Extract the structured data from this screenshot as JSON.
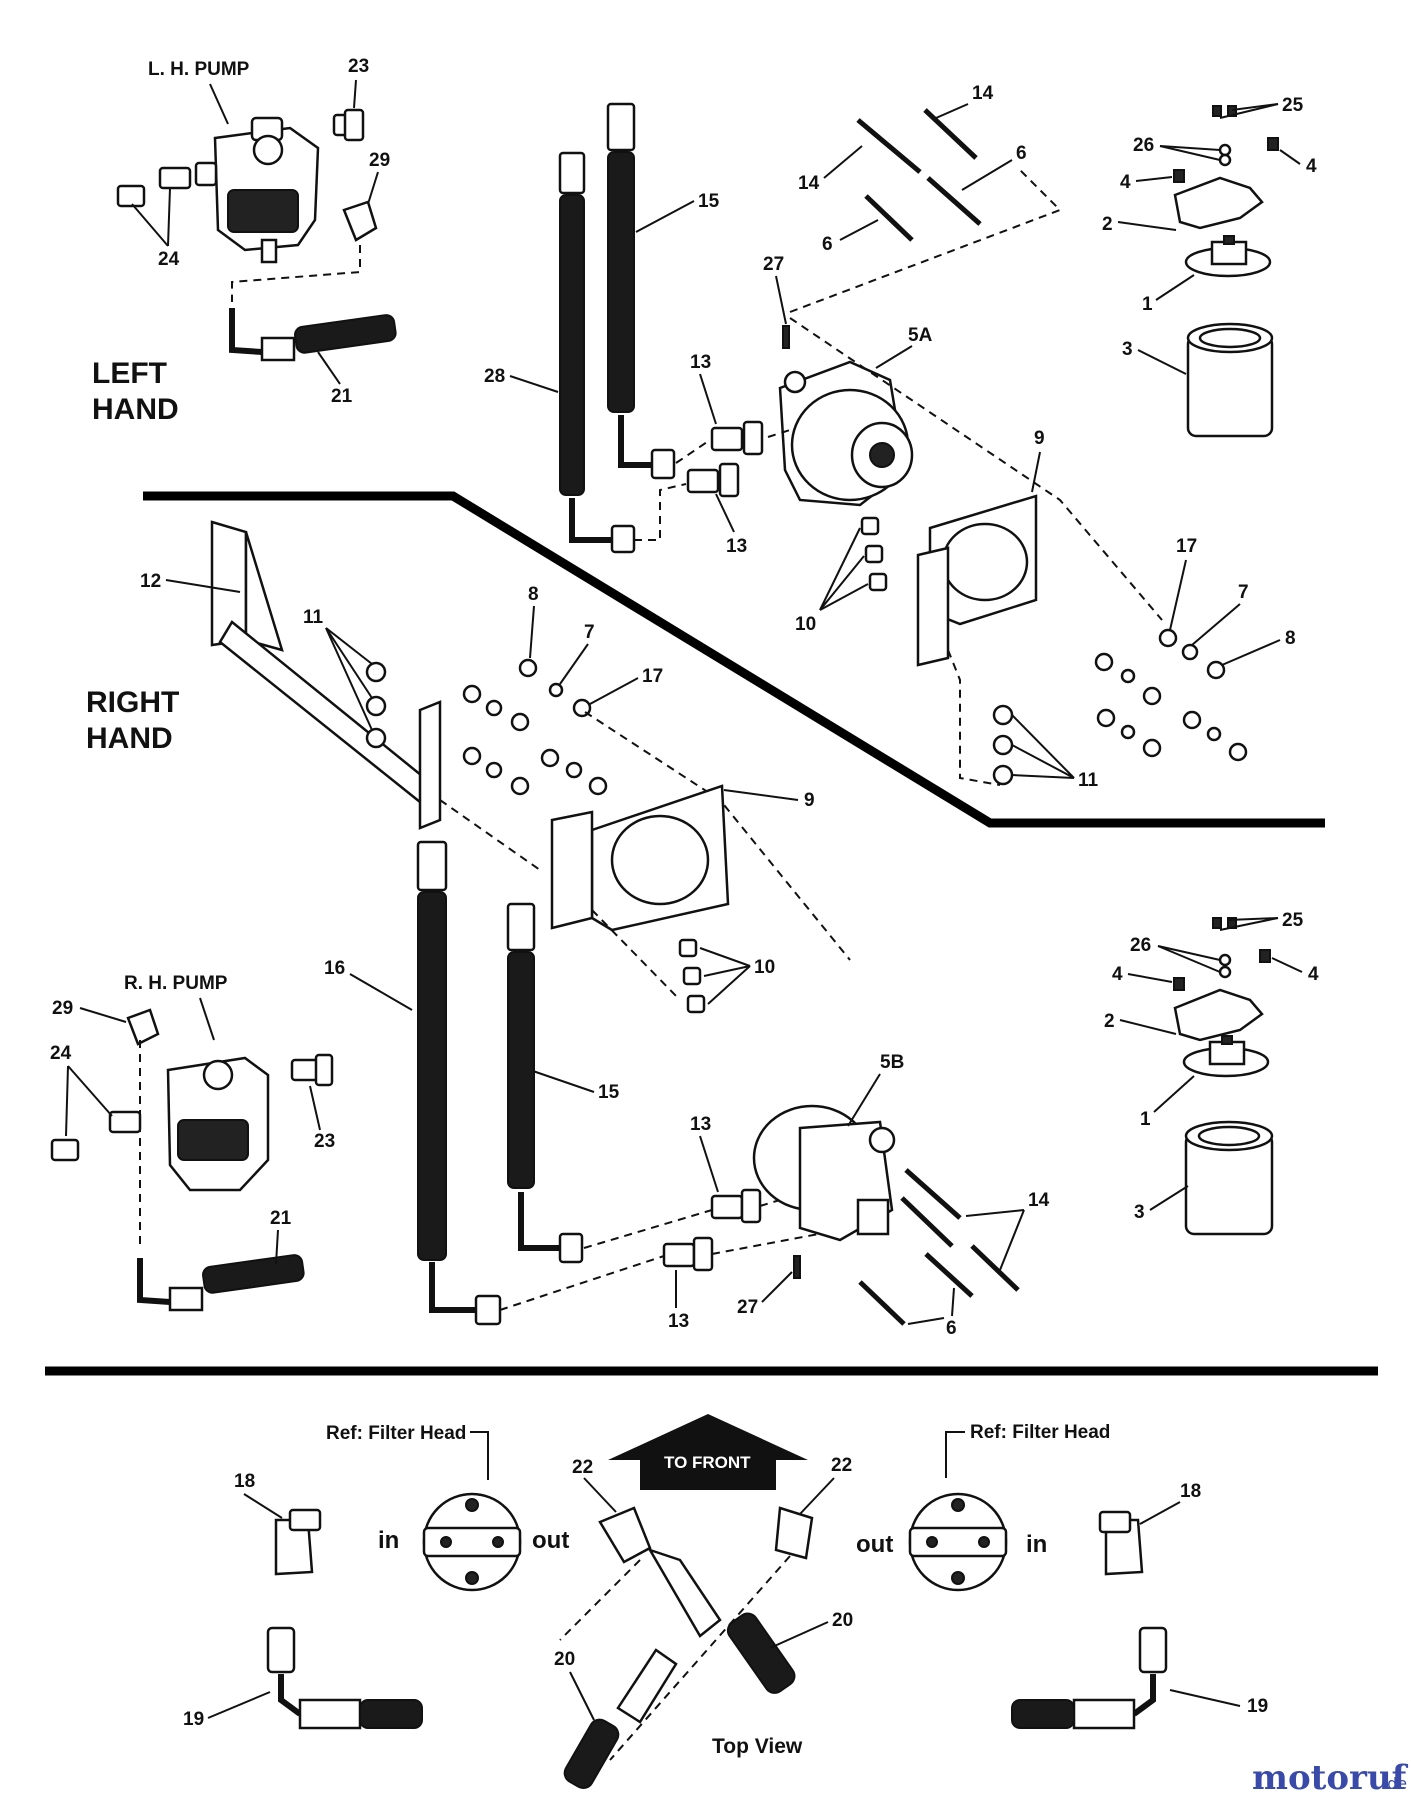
{
  "sections": {
    "left_hand": [
      "LEFT",
      "HAND"
    ],
    "right_hand": [
      "RIGHT",
      "HAND"
    ]
  },
  "titles": {
    "lh_pump": "L. H. PUMP",
    "rh_pump": "R. H. PUMP",
    "to_front": "TO FRONT",
    "top_view": "Top View",
    "ref_filter_head_left": "Ref: Filter Head",
    "ref_filter_head_right": "Ref: Filter Head"
  },
  "flow_labels": {
    "in_left": "in",
    "out_left": "out",
    "out_right": "out",
    "in_right": "in"
  },
  "callouts": [
    "23",
    "29",
    "24",
    "21",
    "28",
    "15",
    "13",
    "13",
    "27",
    "5A",
    "14",
    "14",
    "6",
    "6",
    "25",
    "26",
    "4",
    "4",
    "2",
    "1",
    "3",
    "9",
    "17",
    "7",
    "8",
    "10",
    "11",
    "12",
    "11",
    "8",
    "7",
    "17",
    "9",
    "10",
    "16",
    "15",
    "29",
    "24",
    "23",
    "21",
    "5B",
    "13",
    "13",
    "27",
    "14",
    "6",
    "25",
    "26",
    "4",
    "4",
    "2",
    "1",
    "3",
    "18",
    "22",
    "22",
    "18",
    "19",
    "20",
    "20",
    "19"
  ],
  "watermark": {
    "brand": "motoruf",
    "suffix": ".de"
  },
  "colors": {
    "ink": "#111111",
    "watermark": "#3a4aa8",
    "background": "#ffffff"
  }
}
